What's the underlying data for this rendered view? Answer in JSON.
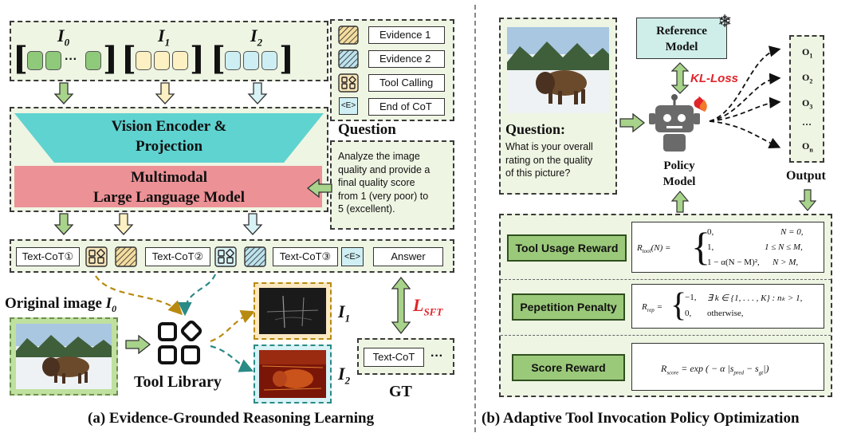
{
  "left": {
    "inputs": {
      "i0": "I",
      "i0_sub": "0",
      "i1": "I",
      "i1_sub": "1",
      "i2": "I",
      "i2_sub": "2",
      "dots": "···"
    },
    "encoder": {
      "label_line1": "Vision Encoder &",
      "label_line2": "Projection"
    },
    "llm": {
      "label_line1": "Multimodal",
      "label_line2": "Large Language Model"
    },
    "legend": [
      {
        "label": "Evidence 1",
        "icon": "hatch-yellow"
      },
      {
        "label": "Evidence 2",
        "icon": "hatch-blue"
      },
      {
        "label": "Tool Calling",
        "icon": "tool-grid-icon"
      },
      {
        "label": "End of CoT",
        "icon": "<E>"
      }
    ],
    "question": {
      "title": "Question",
      "text_lines": [
        "Analyze the image",
        "quality and provide a",
        "final quality score",
        "from 1 (very poor) to",
        "5 (excellent)."
      ]
    },
    "cot_row": {
      "cot1": "Text-CoT①",
      "cot2": "Text-CoT②",
      "cot3": "Text-CoT③",
      "end_token": "<E>",
      "answer": "Answer"
    },
    "original_image_label": "Original image ",
    "original_image_var": "I",
    "original_image_sub": "0",
    "tool_library": "Tool Library",
    "out_i1": "I",
    "out_i1_sub": "1",
    "out_i2": "I",
    "out_i2_sub": "2",
    "loss": {
      "symbol": "L",
      "sub": "SFT"
    },
    "gt": {
      "cot": "Text-CoT",
      "dots": "···",
      "label": "GT"
    },
    "caption": "(a) Evidence-Grounded Reasoning Learning"
  },
  "right": {
    "question": {
      "title": "Question:",
      "text_lines": [
        "What is your overall",
        "rating on the quality",
        "of this picture?"
      ]
    },
    "reference_model": {
      "line1": "Reference",
      "line2": "Model"
    },
    "kl_loss": "KL-Loss",
    "policy_model": {
      "line1": "Policy",
      "line2": "Model"
    },
    "outputs": [
      {
        "base": "O",
        "sub": "1"
      },
      {
        "base": "O",
        "sub": "2"
      },
      {
        "base": "O",
        "sub": "3"
      },
      {
        "base": "…",
        "sub": ""
      },
      {
        "base": "O",
        "sub": "n"
      }
    ],
    "output_label": "Output",
    "rewards": [
      {
        "label": "Tool Usage Reward"
      },
      {
        "label": "Pepetition Penalty"
      },
      {
        "label": "Score Reward"
      }
    ],
    "formulas": {
      "tool_lhs": "R",
      "tool_lhs_sub": "tool",
      "tool_lhs_arg": "(N) =",
      "tool_cases": [
        {
          "value": "0,",
          "cond": "N = 0,"
        },
        {
          "value": "1,",
          "cond": "1 ≤ N ≤ M,"
        },
        {
          "value": "1 − α(N − M)²,",
          "cond": "N > M,"
        }
      ],
      "rep_lhs": "R",
      "rep_lhs_sub": "rep",
      "rep_lhs_eq": " =",
      "rep_cases": [
        {
          "value": "−1,",
          "cond": "∃ k ∈ {1, . . . , K} : nₖ > 1,"
        },
        {
          "value": "0,",
          "cond": "otherwise,"
        }
      ],
      "score_lhs": "R",
      "score_lhs_sub": "score",
      "score_rhs": " = exp ( − α |s",
      "score_pred_sub": "pred",
      "score_mid": " − s",
      "score_gt_sub": "gt",
      "score_end": "|)"
    },
    "caption": "(b) Adaptive Tool Invocation Policy Optimization"
  },
  "colors": {
    "panel_bg": "#eef5e3",
    "encoder": "#5fd3d0",
    "llm": "#ec9196",
    "reward_button": "#9bc97a",
    "reference_model": "#cfeee9",
    "kl_loss": "#e0242a",
    "arrow_fill": "#dbeec6"
  }
}
